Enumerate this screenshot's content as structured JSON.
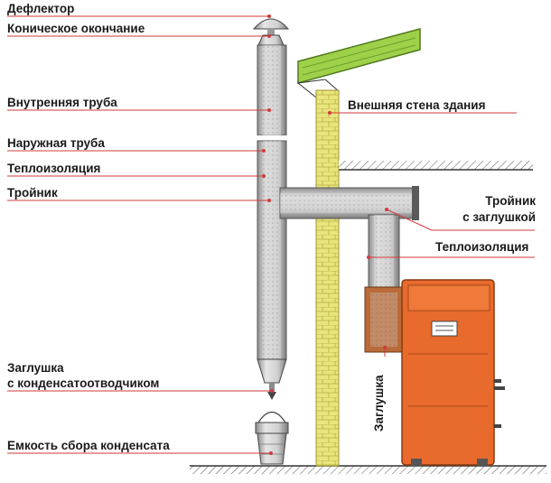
{
  "labels": {
    "deflector": "Дефлектор",
    "conical_end": "Коническое окончание",
    "inner_pipe": "Внутренняя труба",
    "outer_pipe": "Наружная труба",
    "insulation_left": "Теплоизоляция",
    "tee": "Тройник",
    "condensate_plug_line1": "Заглушка",
    "condensate_plug_line2": "с конденсатоотводчиком",
    "condensate_container": "Емкость сбора конденсата",
    "outer_wall": "Внешняя стена здания",
    "tee_with_plug_line1": "Тройник",
    "tee_with_plug_line2": "с заглушкой",
    "insulation_right": "Теплоизоляция",
    "plug_vertical": "Заглушка"
  },
  "colors": {
    "roof": "#9fcf4a",
    "wall": "#e6e37a",
    "boiler": "#e8692a",
    "pipe": "#cfcfcf",
    "insulation": "#b06030",
    "leader": "#d23a3a"
  }
}
